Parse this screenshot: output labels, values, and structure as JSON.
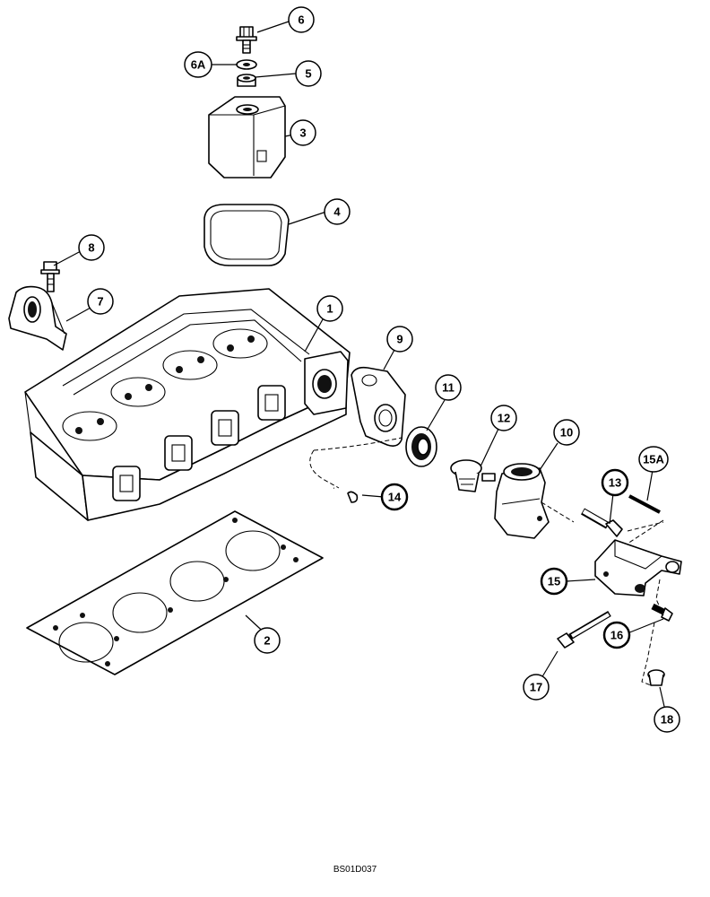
{
  "callouts": {
    "c1": "1",
    "c2": "2",
    "c3": "3",
    "c4": "4",
    "c5": "5",
    "c6": "6",
    "c6a": "6A",
    "c7": "7",
    "c8": "8",
    "c9": "9",
    "c10": "10",
    "c11": "11",
    "c12": "12",
    "c13": "13",
    "c14": "14",
    "c15": "15",
    "c15a": "15A",
    "c16": "16",
    "c17": "17",
    "c18": "18"
  },
  "footer": {
    "figure_code": "BS01D037"
  }
}
